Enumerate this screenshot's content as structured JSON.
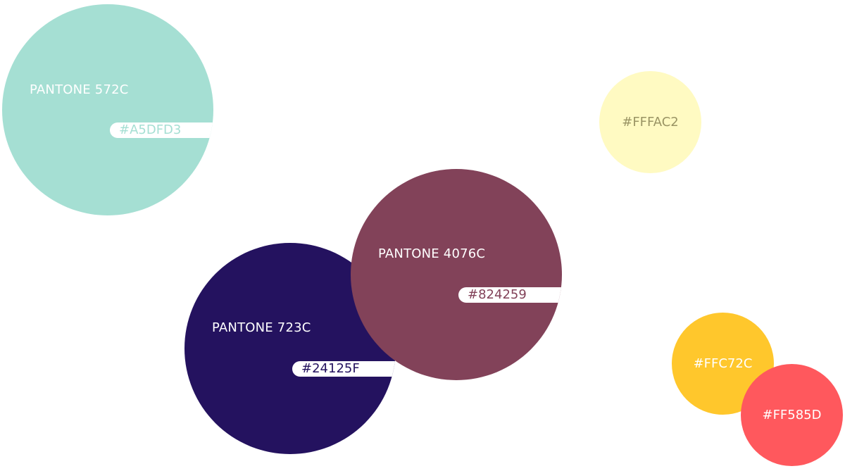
{
  "swatches": [
    {
      "id": "572",
      "name": "PANTONE 572C",
      "hex": "#A5DFD3",
      "color": "#A5DFD3",
      "text_color": "#A5DFD3"
    },
    {
      "id": "fffac2",
      "name": "",
      "hex": "#FFFAC2",
      "color": "#FFFAC2",
      "text_color": "#9A9464"
    },
    {
      "id": "723",
      "name": "PANTONE 723C",
      "hex": "#24125F",
      "color": "#24125F",
      "text_color": "#24125F"
    },
    {
      "id": "4076",
      "name": "PANTONE 4076C",
      "hex": "#824259",
      "color": "#824259",
      "text_color": "#824259"
    },
    {
      "id": "ffc72c",
      "name": "",
      "hex": "#FFC72C",
      "color": "#FFC72C",
      "text_color": "#FFFFFF"
    },
    {
      "id": "ff585d",
      "name": "",
      "hex": "#FF585D",
      "color": "#FF585D",
      "text_color": "#FFFFFF"
    }
  ]
}
